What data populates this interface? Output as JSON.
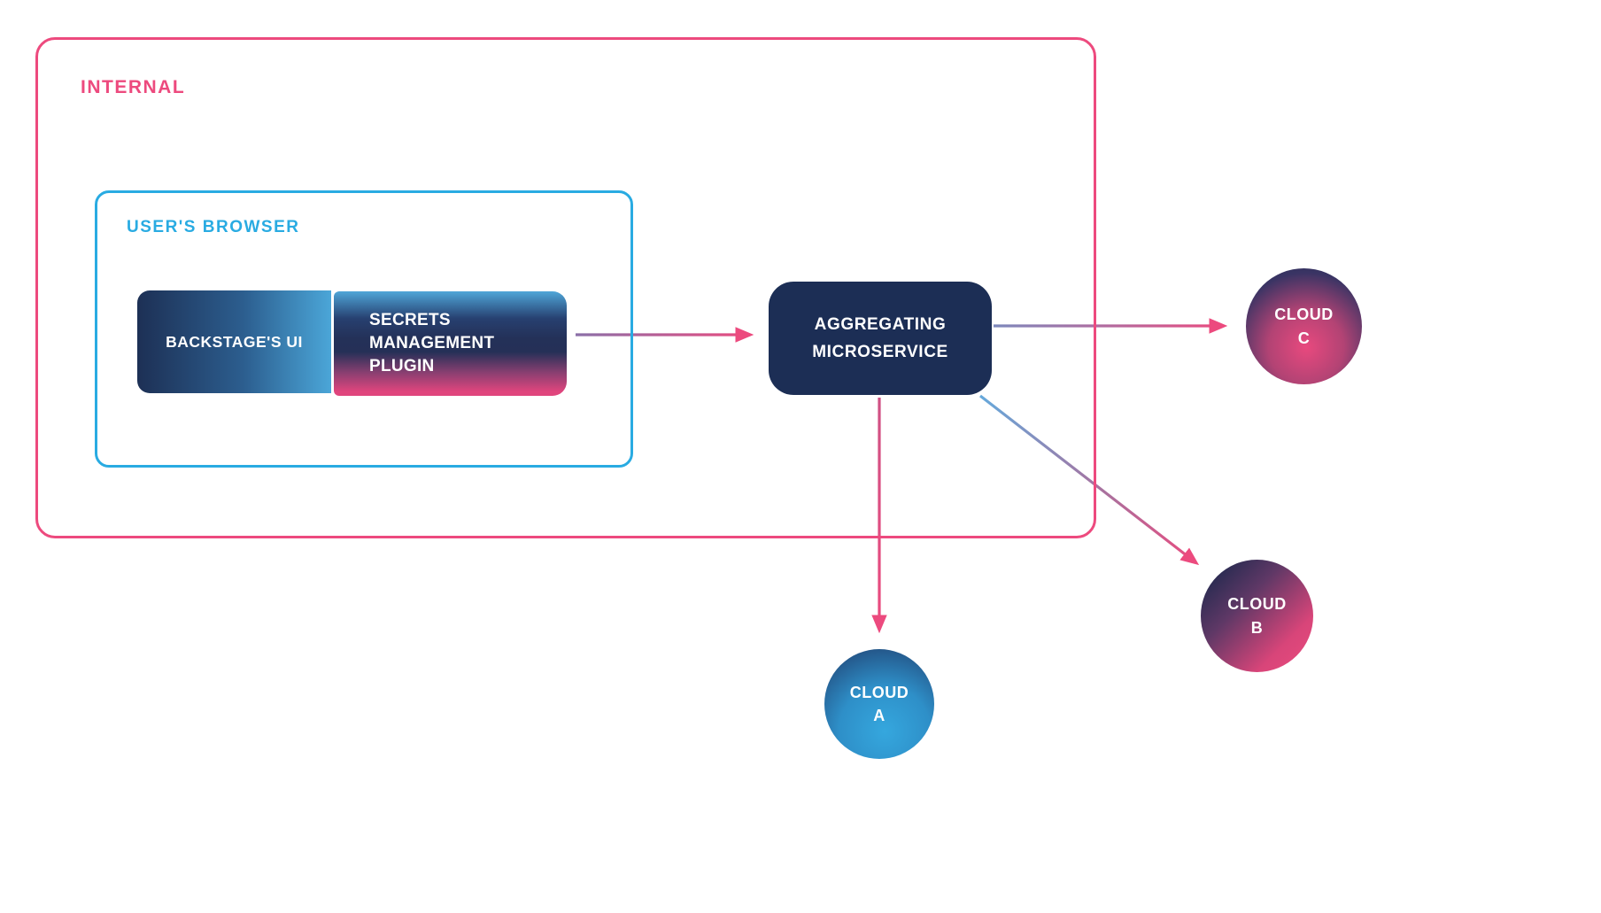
{
  "groups": {
    "internal": {
      "label": "INTERNAL"
    },
    "users_browser": {
      "label": "USER'S BROWSER"
    }
  },
  "nodes": {
    "backstage_ui": {
      "label": "BACKSTAGE'S UI"
    },
    "secrets_plugin": {
      "label": "SECRETS MANAGEMENT PLUGIN"
    },
    "aggregating_microservice": {
      "label": "AGGREGATING MICROSERVICE"
    },
    "cloud_a": {
      "label": "CLOUD A"
    },
    "cloud_b": {
      "label": "CLOUD B"
    },
    "cloud_c": {
      "label": "CLOUD C"
    }
  },
  "edges": [
    {
      "from": "secrets_plugin",
      "to": "aggregating_microservice"
    },
    {
      "from": "aggregating_microservice",
      "to": "cloud_c"
    },
    {
      "from": "aggregating_microservice",
      "to": "cloud_a"
    },
    {
      "from": "aggregating_microservice",
      "to": "cloud_b"
    }
  ],
  "colors": {
    "accent_pink": "#ED4A7E",
    "accent_blue": "#29ABE2",
    "navy": "#1C2E55",
    "light_blue": "#4BA6D8",
    "background": "#FFFFFF"
  }
}
